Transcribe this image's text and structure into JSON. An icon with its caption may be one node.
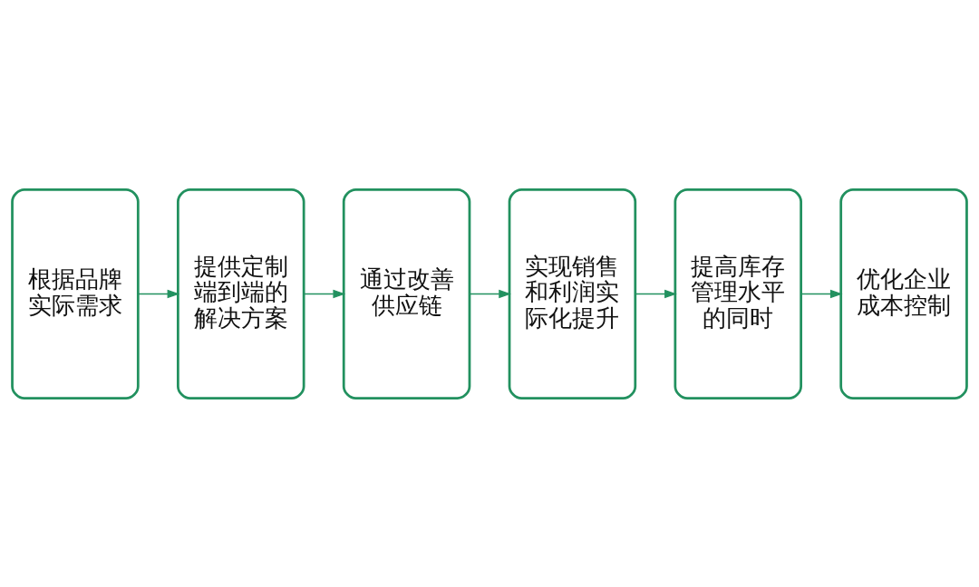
{
  "diagram": {
    "nodes": [
      {
        "text": [
          "根据品牌实际需求"
        ]
      },
      {
        "text": [
          "提供定制端到端的解决方案"
        ]
      },
      {
        "text": [
          "通过改善供应链"
        ]
      },
      {
        "text": [
          "实现销售和利润实际化提升"
        ]
      },
      {
        "text": [
          "提高库存管理水平的同时"
        ]
      },
      {
        "text": [
          "优化企业成本控制"
        ]
      }
    ],
    "edges": [
      {
        "from": 0,
        "to": 1,
        "arrow": "to"
      },
      {
        "from": 1,
        "to": 2,
        "arrow": "to"
      },
      {
        "from": 2,
        "to": 3,
        "arrow": "to"
      },
      {
        "from": 3,
        "to": 4,
        "arrow": "to"
      },
      {
        "from": 4,
        "to": 5,
        "arrow": "to"
      }
    ]
  }
}
